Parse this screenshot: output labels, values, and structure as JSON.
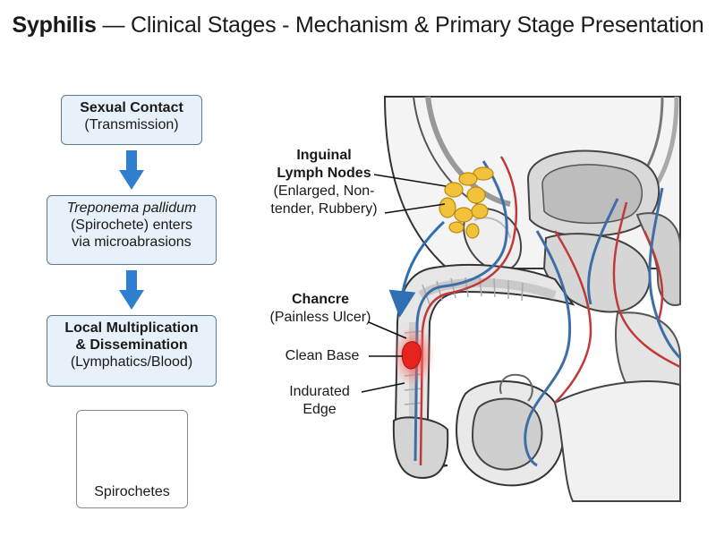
{
  "title": {
    "bold": "Syphilis",
    "rest": " — Clinical Stages - Mechanism & Primary Stage Presentation"
  },
  "flow": {
    "step1": {
      "bold": "Sexual Contact",
      "sub": "(Transmission)"
    },
    "step2": {
      "italic": "Treponema pallidum",
      "line2": "(Spirochete) enters",
      "line3": "via microabrasions"
    },
    "step3": {
      "bold1": "Local Multiplication",
      "bold2": "& Dissemination",
      "sub": "(Lymphatics/Blood)"
    },
    "spirochetes_label": "Spirochetes"
  },
  "labels": {
    "lymph": {
      "bold1": "Inguinal",
      "bold2": "Lymph Nodes",
      "line3": "(Enlarged, Non-",
      "line4": "tender, Rubbery)"
    },
    "chancre": {
      "bold": "Chancre",
      "sub": "(Painless Ulcer)"
    },
    "clean_base": "Clean Base",
    "indurated": {
      "line1": "Indurated",
      "line2": "Edge"
    }
  },
  "colors": {
    "box_fill": "#e8f1fa",
    "box_border": "#5d7891",
    "arrow_blue": "#2f7fd0",
    "spirochete_orange": "#e8902a",
    "vein_blue": "#3f6ea6",
    "artery_red": "#c0393b",
    "lymph_yellow": "#f2c23a",
    "chancre_red": "#e8231e"
  }
}
